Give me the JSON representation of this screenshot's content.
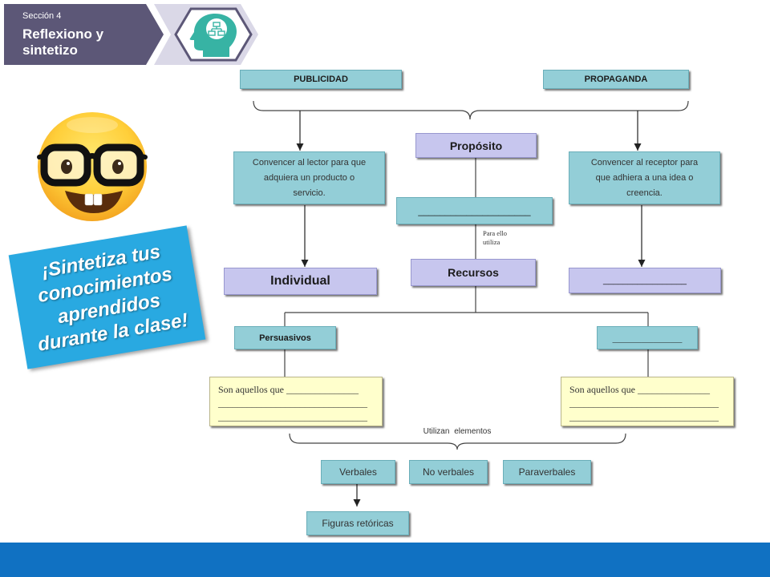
{
  "header": {
    "section": "Sección 4",
    "title_lines": [
      "Reflexiono y",
      "sintetizo"
    ],
    "icon": "head-flowchart-icon"
  },
  "emoji": {
    "icon": "nerd-face-emoji"
  },
  "callout": {
    "lines": [
      "¡Sintetiza tus",
      "conocimientos",
      "aprendidos",
      "durante la clase!"
    ]
  },
  "concept_map": {
    "publicidad": "PUBLICIDAD",
    "propaganda": "PROPAGANDA",
    "proposito": "Propósito",
    "publicidad_purpose": [
      "Convencer al lector para que",
      "adquiera un producto o",
      "servicio."
    ],
    "propaganda_purpose": [
      "Convencer al receptor para",
      "que adhiera a una idea o",
      "creencia."
    ],
    "purpose_blank": "_____________________",
    "connector_label": [
      "Para ello",
      "utiliza"
    ],
    "recursos": "Recursos",
    "publicidad_type": "Individual",
    "propaganda_type_blank": "_________________",
    "publicidad_resource": "Persuasivos",
    "propaganda_resource_blank": "____________",
    "publicidad_definition": [
      "Son aquellos que _______________",
      "_______________________________",
      "_______________________________"
    ],
    "propaganda_definition": [
      "Son aquellos que _______________",
      "_______________________________",
      "_______________________________"
    ],
    "elements_label": "Utilizan elementos",
    "elements": [
      "Verbales",
      "No verbales",
      "Paraverbales"
    ],
    "verbales_example": "Figuras retóricas"
  },
  "colors": {
    "banner": "#5c5777",
    "banner_band": "#dad8e7",
    "icon_teal": "#37b3a4",
    "teal_node": "#93ced7",
    "lavender_node": "#c7c6ee",
    "yellow_node": "#ffffcc",
    "callout": "#29a9e1",
    "footer_bar": "#1071c2"
  }
}
